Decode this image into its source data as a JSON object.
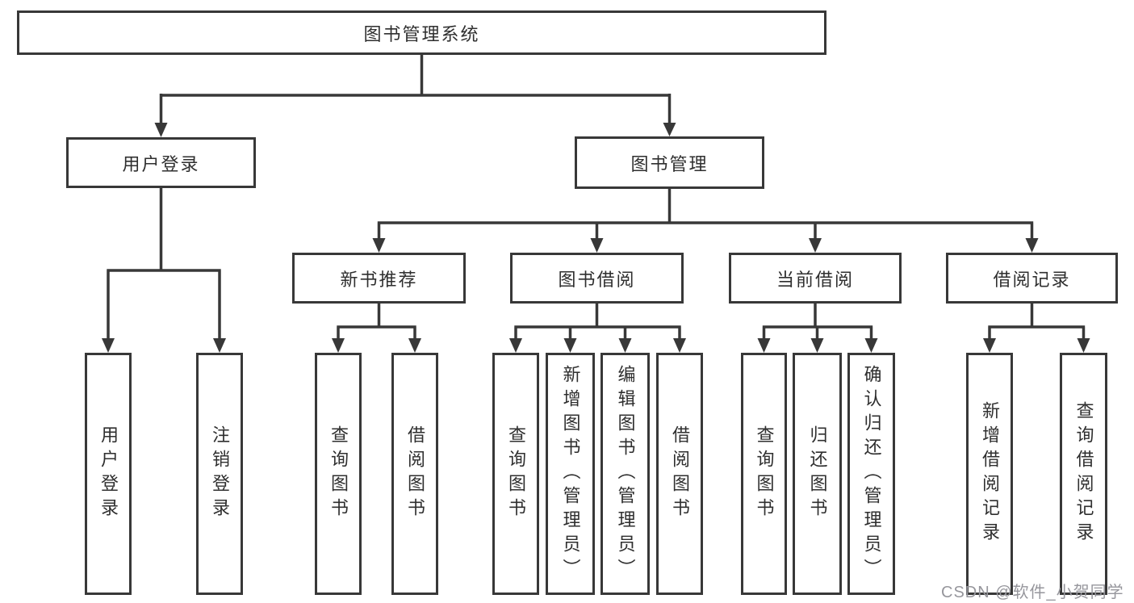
{
  "diagram": {
    "root": {
      "label": "图书管理系统"
    },
    "level2": {
      "user_login": {
        "label": "用户登录"
      },
      "book_mgmt": {
        "label": "图书管理"
      }
    },
    "level3": {
      "new_books": {
        "label": "新书推荐"
      },
      "borrow": {
        "label": "图书借阅"
      },
      "current": {
        "label": "当前借阅"
      },
      "records": {
        "label": "借阅记录"
      }
    },
    "leaves": {
      "user_login": [
        "用户登录",
        "注销登录"
      ],
      "new_books": [
        "查询图书",
        "借阅图书"
      ],
      "borrow": [
        "查询图书",
        "新增图书（管理员）",
        "编辑图书（管理员）",
        "借阅图书"
      ],
      "current": [
        "查询图书",
        "归还图书",
        "确认归还（管理员）"
      ],
      "records": [
        "新增借阅记录",
        "查询借阅记录"
      ]
    }
  },
  "watermark": {
    "text": "CSDN @软件_小贺同学"
  },
  "colors": {
    "line": "#383838",
    "text": "#2f2f2f",
    "watermark": "#96969c",
    "background": "#ffffff"
  }
}
